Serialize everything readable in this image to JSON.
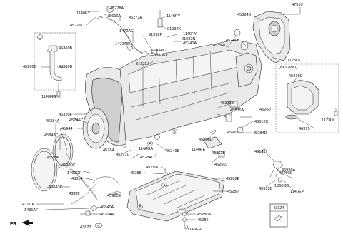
{
  "callouts": {
    "c45228A": "45228A",
    "c45616A": "45616A",
    "c1140FY_a": "1140FY",
    "c45273A": "45273A",
    "c45219C": "45219C",
    "c1472AE_a": "1472AE",
    "c1472AE_b": "1472AE",
    "c91932P": "91932P",
    "c43482": "43482",
    "c1140FY_b": "1140FY",
    "c91932J": "91932J",
    "c1140FY_c": "1140FY",
    "c91932K": "91932K",
    "c1140FY_d": "1140FY",
    "c91932N": "91932N",
    "c45241A": "45241A",
    "c45312C": "45312C",
    "c45240B": "45240B",
    "c45364B": "45364B",
    "c47310": "47310",
    "c1123LK_a": "1123LK",
    "c45269B_a": "45269B",
    "c45269B_b": "45269B",
    "c45266D": "45266D",
    "c1140HG": "1140HG",
    "c45320F": "45320F",
    "c45323B": "45323B",
    "c45235A": "45235A",
    "c45384A": "45384A",
    "c45745C": "45745C",
    "c45944": "45944",
    "c45843C": "45843C",
    "c45260": "45260",
    "c46612C": "46612C",
    "c45284D": "45284D",
    "c45963": "45963",
    "c45218D": "45218D",
    "c1140FE": "1140FE",
    "c45262B": "45262B",
    "c45260J": "45260J",
    "c1140GA": "1140GA",
    "c45249B": "45249B",
    "c45284": "45284",
    "c45271C": "45271C",
    "c45284C_a": "45284C",
    "c45284C_b": "45284C",
    "c45290C": "45290C",
    "c45288": "45288",
    "c46131": "46131",
    "c42700E": "42700E",
    "c46939A": "46939A",
    "c1360GG": "1360GG",
    "c45932B": "45932B",
    "c1140EP": "1140EP",
    "c46960C": "46960C",
    "c1461CF": "1461CF",
    "c48814": "48814",
    "c45843C_b": "45843C",
    "c48639": "48639",
    "c45925E": "45925E",
    "c1431CA": "1431CA",
    "c46840A": "46840A",
    "c1431AF": "1431AF",
    "c46704A": "46704A",
    "c43823": "43823",
    "c45282E": "45282E",
    "c45280": "45280",
    "c45280A": "45280A",
    "c45286": "45286",
    "c1140ER": "1140ER",
    "c43124": "43124",
    "c45215D": "45215D",
    "c1123LK_b": "1123LK",
    "c46375": "46375",
    "variant_label": "(8AT2WD)",
    "fr_label": "FR."
  },
  "ref_markers": {
    "A": "A",
    "B": "B",
    "C": "C"
  }
}
